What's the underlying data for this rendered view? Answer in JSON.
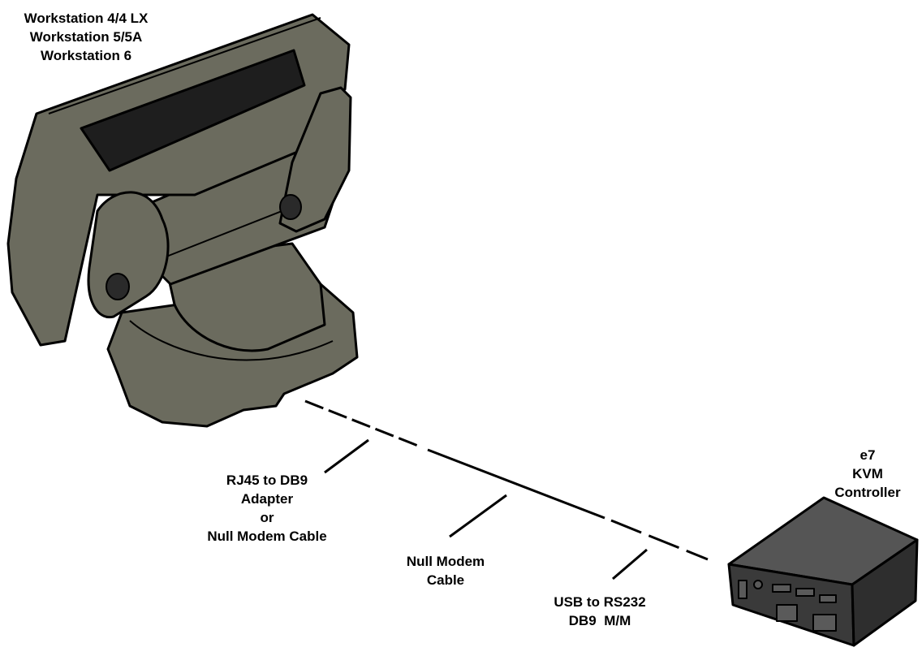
{
  "workstation_label": {
    "lines": [
      "Workstation 4/4 LX",
      "Workstation 5/5A",
      "Workstation 6"
    ]
  },
  "controller_label": {
    "lines": [
      "e7",
      "KVM",
      "Controller"
    ]
  },
  "callouts": {
    "adapter": [
      "RJ45 to DB9",
      "Adapter",
      "or",
      "Null Modem Cable"
    ],
    "null_modem": [
      "Null Modem",
      "Cable"
    ],
    "usb_rs232": [
      "USB to RS232",
      "DB9  M/M"
    ]
  },
  "colors": {
    "device_body": "#6b6b5e",
    "device_shadow": "#55554a",
    "screen": "#1e1e1e",
    "controller_front": "#3a3a3a",
    "controller_top": "#555555",
    "line": "#000000"
  }
}
